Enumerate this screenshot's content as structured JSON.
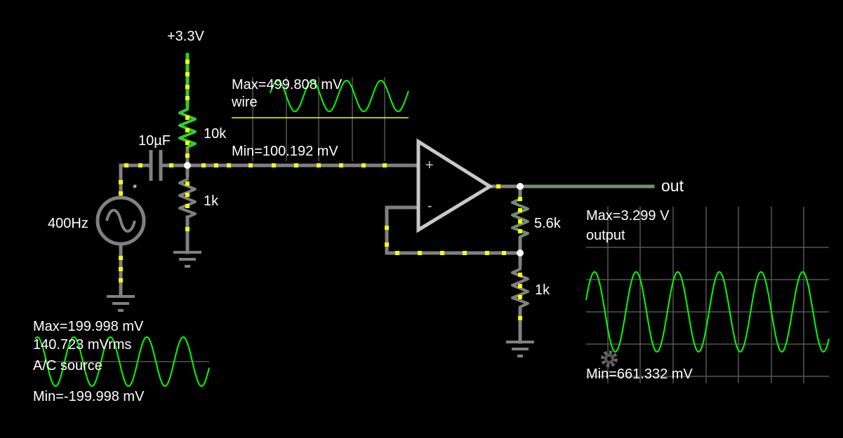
{
  "colors": {
    "background": "#000000",
    "wire": "#808080",
    "current_dot": "#ffff00",
    "high_voltage": "#33cc33",
    "mid_voltage": "#6f8f6f",
    "trace": "#00ff00",
    "scope_grid": "#555555",
    "scope_baseline": "#ffff00",
    "text": "#ffffff"
  },
  "circuit": {
    "supply_label": "+3.3V",
    "r_top_label": "10k",
    "r_bottom_label": "1k",
    "cap_label": "10µF",
    "source_label": "400Hz",
    "source_marker": "*",
    "opamp_plus": "+",
    "opamp_minus": "-",
    "r_feedback_label": "5.6k",
    "r_ground_label": "1k",
    "out_label": "out"
  },
  "scopes": {
    "wire": {
      "max_text": "Max=499.808 mV",
      "name": "wire",
      "min_text": "Min=100.192 mV"
    },
    "source": {
      "max_text": "Max=199.998 mV",
      "rms_text": "140.723 mVrms",
      "name": "A/C source",
      "min_text": "Min=-199.998 mV"
    },
    "output": {
      "max_text": "Max=3.299 V",
      "name": "output",
      "min_text": "Min=661.332 mV"
    }
  },
  "icons": {
    "settings": "gear-icon"
  }
}
